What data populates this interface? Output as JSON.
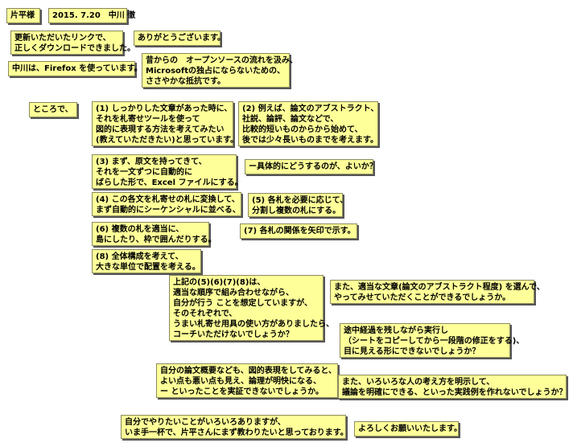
{
  "notes": [
    {
      "id": "n1",
      "lines": [
        "片平様"
      ]
    },
    {
      "id": "n2",
      "lines": [
        "2015. 7.20　中川 徹"
      ]
    },
    {
      "id": "n3",
      "lines": [
        "更新いただいたリンクで、",
        "正しくダウンロードできました。"
      ]
    },
    {
      "id": "n4",
      "lines": [
        "ありがとうございます。"
      ]
    },
    {
      "id": "n5",
      "lines": [
        "中川は、Firefox を使っています。"
      ]
    },
    {
      "id": "n6",
      "lines": [
        "昔からの　オープンソースの流れを汲み、",
        "Microsoftの独占にならないための、",
        "ささやかな抵抗です。"
      ]
    },
    {
      "id": "n7",
      "lines": [
        "ところで、"
      ]
    },
    {
      "id": "n8",
      "lines": [
        "(1) しっかりした文章があった時に、",
        "それを札寄せツールを使って",
        "図的に表現する方法を考えてみたい",
        "(教えていただきたい)と思っています。"
      ]
    },
    {
      "id": "n9",
      "lines": [
        "(2) 例えば、論文のアブストラクト、",
        "社説、論評、論文などで、",
        "比較的短いものからから始めて、",
        "後では少々長いものまでを考えます。"
      ]
    },
    {
      "id": "n10",
      "lines": [
        "(3) まず、原文を持ってきて、",
        "それを一文ずつに自動的に",
        "ばらした形で、Excel ファイルにする。"
      ]
    },
    {
      "id": "n11",
      "lines": [
        "ー具体的にどうするのが、よいか？"
      ]
    },
    {
      "id": "n12",
      "lines": [
        "(4) この各文を札寄せの札に変換して、",
        "まず自動的にシーケンシャルに並べる、"
      ]
    },
    {
      "id": "n13",
      "lines": [
        "(5) 各札を必要に応じて、",
        "分割し複数の札にする。"
      ]
    },
    {
      "id": "n14",
      "lines": [
        "(6) 複数の札を適当に、",
        "島にしたり、枠で囲んだりする。"
      ]
    },
    {
      "id": "n15",
      "lines": [
        "(7) 各札の関係を矢印で示す。"
      ]
    },
    {
      "id": "n16",
      "lines": [
        "(8) 全体構成を考えて、",
        "大きな単位で配置を考える。"
      ]
    },
    {
      "id": "n17",
      "lines": [
        "上記の(5)(6)(7)(8)は、",
        "適当な順序で組み合わせながら、",
        "自分が行う ことを想定していますが、",
        "そのそれぞれで、",
        "うまい札寄せ用具の使い方がありましたら、",
        "コーチいただけないでしょうか？"
      ]
    },
    {
      "id": "n18",
      "lines": [
        "また、適当な文章(論文のアブストラクト程度) を選んで、",
        "やってみせていただくことができるでしょうか。"
      ]
    },
    {
      "id": "n19",
      "lines": [
        "途中経過を残しながら実行し",
        "（シートをコピーしてから一段階の修正をする)、",
        "目に見える形にできないでしょうか？"
      ]
    },
    {
      "id": "n20",
      "lines": [
        "自分の論文概要なども、図的表現をしてみると、",
        "よい点も悪い点も見え、論理が明快になる、",
        "ー といったことを実証できないでしょうか。"
      ]
    },
    {
      "id": "n21",
      "lines": [
        "また、いろいろな人の考え方を明示して、",
        "議論を明確にできる、といった実践例を作れないでしょうか？"
      ]
    },
    {
      "id": "n22",
      "lines": [
        "自分でやりたいことがいろいろありますが、",
        "いま手一杯で、片平さんにまず教わりたいと思っております。"
      ]
    },
    {
      "id": "n23",
      "lines": [
        "よろしくお願いいたします。"
      ]
    }
  ]
}
